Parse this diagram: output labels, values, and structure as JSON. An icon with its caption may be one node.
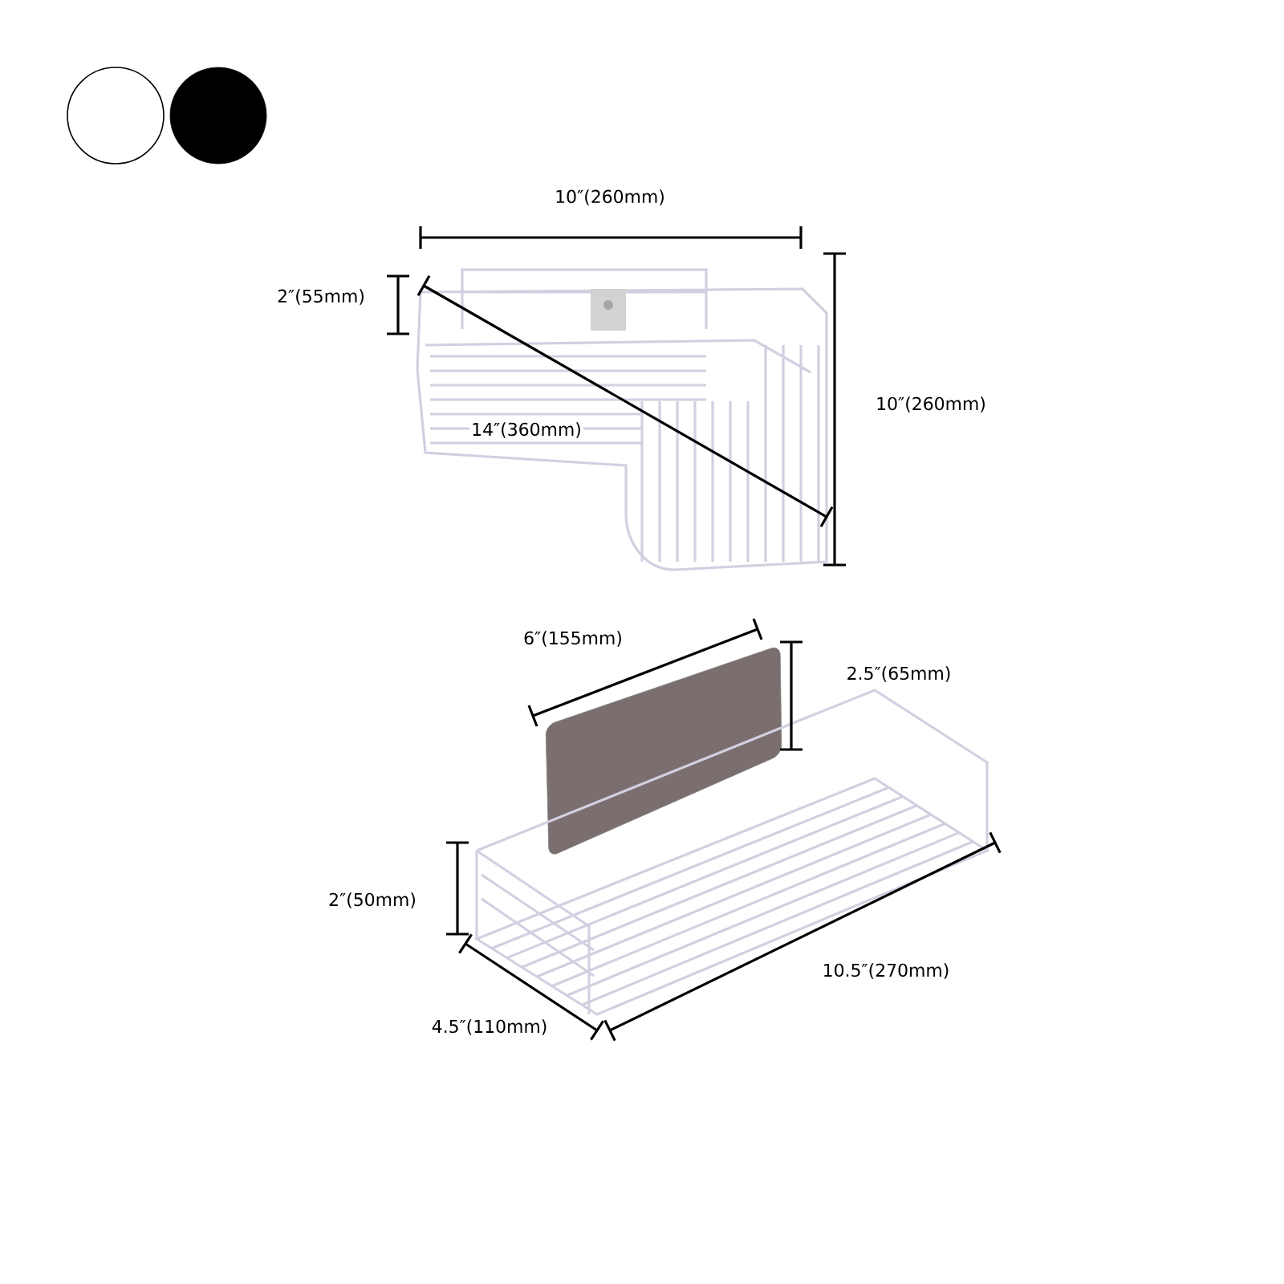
{
  "diagram": {
    "labels": [
      "10″(260mm)",
      "2″(55mm)",
      "14″(360mm)",
      "10″(260mm)",
      "6″(155mm)",
      "2.5″(65mm)",
      "2″(50mm)",
      "10.5″(270mm)",
      "4.5″(110mm)"
    ]
  }
}
